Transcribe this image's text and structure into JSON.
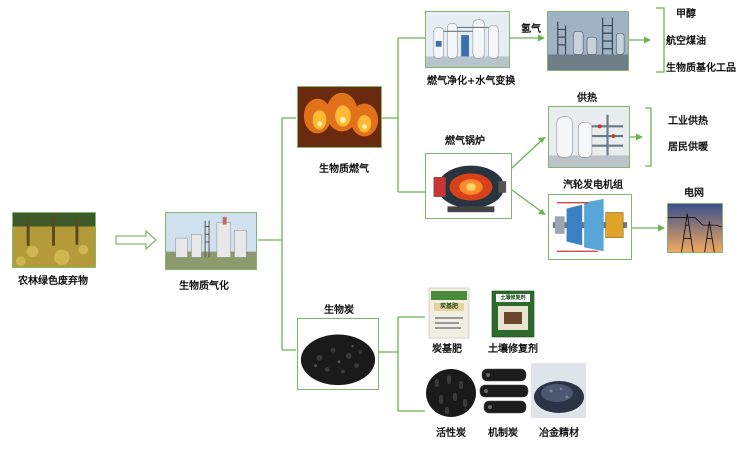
{
  "colors": {
    "line": "#6cb34f",
    "border": "#7fb86a"
  },
  "nodes": {
    "waste": "农林绿色废弃物",
    "gasification": "生物质气化",
    "gas": "生物质燃气",
    "char": "生物炭",
    "purify": "燃气净化+水气变换",
    "hydrogen": "氢气",
    "boiler": "燃气锅炉",
    "heat": "供热",
    "turbine": "汽轮发电机组",
    "grid": "电网",
    "fertilizer": "炭基肥",
    "soil": "土壤修复剂",
    "activated": "活性炭",
    "briquette": "机制炭",
    "metallurgy": "冶金精材"
  },
  "products": {
    "chemicals": [
      "甲醇",
      "航空煤油",
      "生物质基化工品"
    ],
    "heating": [
      "工业供热",
      "居民供暖"
    ]
  },
  "package_text": {
    "fertilizer_bag_title": "炭基肥",
    "soil_bag_title": "土壤修复剂"
  }
}
